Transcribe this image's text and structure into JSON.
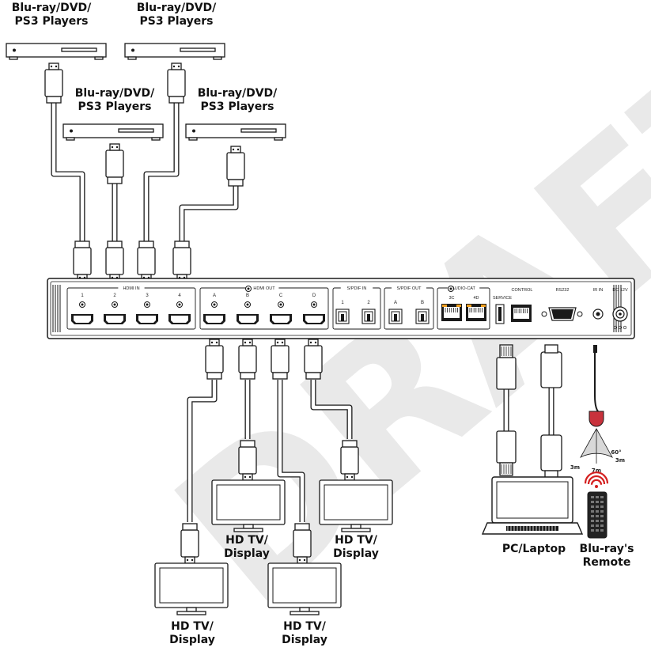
{
  "labels": {
    "source": {
      "line1": "Blu-ray/DVD/",
      "line2": "PS3  Players"
    },
    "display": {
      "line1": "HD TV/",
      "line2": "Display"
    },
    "pc": "PC/Laptop",
    "remote": {
      "line1": "Blu-ray's",
      "line2": "Remote"
    }
  },
  "watermark": "DRAFT",
  "panel": {
    "hdmi_in": {
      "title": "HDMI IN",
      "ports": [
        "1",
        "2",
        "3",
        "4"
      ]
    },
    "hdmi_out": {
      "title": "HDMI OUT",
      "ports": [
        "A",
        "B",
        "C",
        "D"
      ]
    },
    "spdif_in": {
      "title": "S/PDIF IN",
      "ports": [
        "1",
        "2"
      ]
    },
    "spdif_out": {
      "title": "S/PDIF OUT",
      "ports": [
        "A",
        "B"
      ]
    },
    "audio_cat": {
      "title": "AUDIO-CAT",
      "ports": [
        "3C",
        "4D"
      ]
    },
    "service": "SERVICE",
    "control": "CONTROL",
    "rs232": "RS232",
    "ir_in": "IR IN",
    "dc": "DC 12V"
  },
  "ir_range": {
    "angle": "60°",
    "left": "3m",
    "right": "3m",
    "center": "7m"
  },
  "colors": {
    "line": "#1a1a1a",
    "rj45_led": "#f0a020",
    "ir_eye": "#c8323c",
    "signal": "#d42020",
    "watermark": "#e9e9e9"
  }
}
